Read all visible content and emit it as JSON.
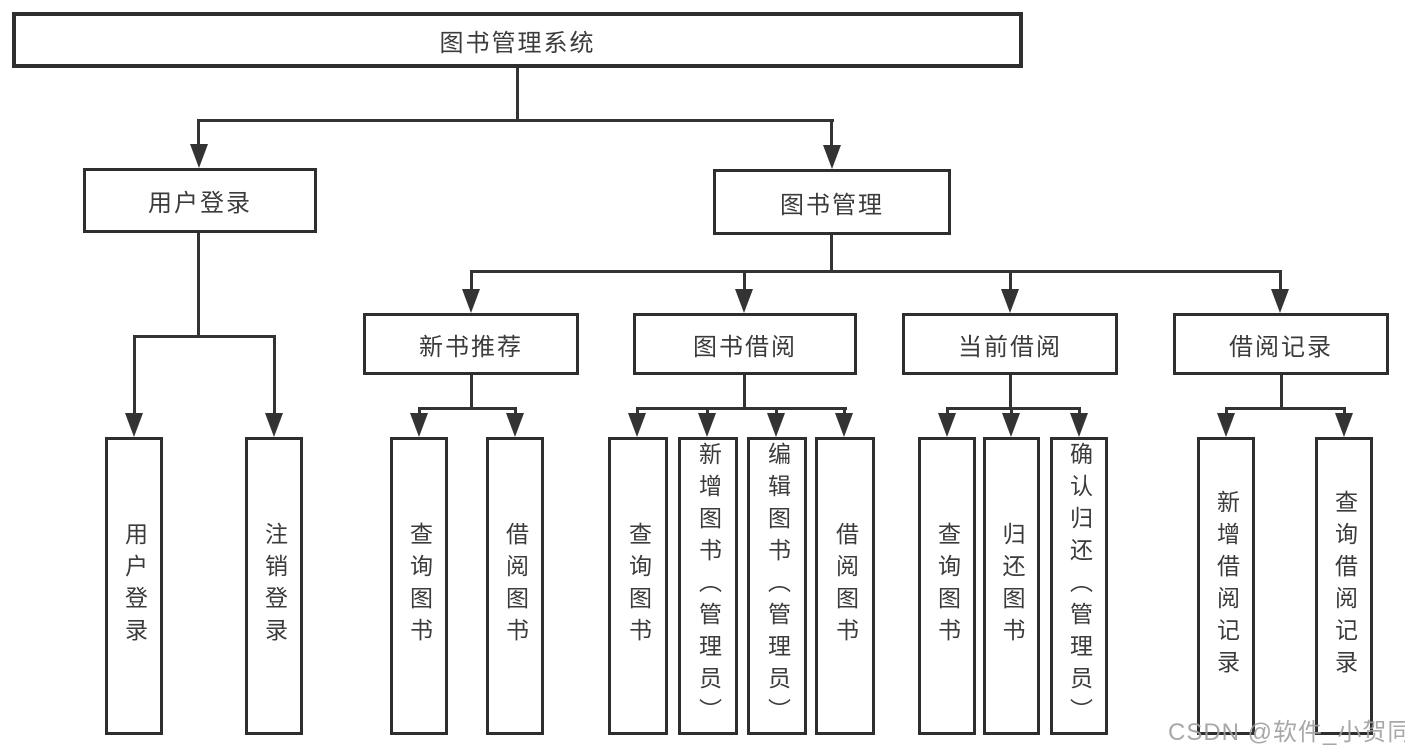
{
  "diagram": {
    "root": {
      "label": "图书管理系统"
    },
    "level2": [
      {
        "label": "用户登录"
      },
      {
        "label": "图书管理"
      }
    ],
    "level3": [
      {
        "label": "新书推荐"
      },
      {
        "label": "图书借阅"
      },
      {
        "label": "当前借阅"
      },
      {
        "label": "借阅记录"
      }
    ],
    "leaves": [
      {
        "label": "用户登录"
      },
      {
        "label": "注销登录"
      },
      {
        "label": "查询图书"
      },
      {
        "label": "借阅图书"
      },
      {
        "label": "查询图书"
      },
      {
        "label": "新增图书（管理员）"
      },
      {
        "label": "编辑图书（管理员）"
      },
      {
        "label": "借阅图书"
      },
      {
        "label": "查询图书"
      },
      {
        "label": "归还图书"
      },
      {
        "label": "确认归还（管理员）"
      },
      {
        "label": "新增借阅记录"
      },
      {
        "label": "查询借阅记录"
      }
    ]
  },
  "watermark": {
    "text": "CSDN @软件_小贺同学"
  },
  "colors": {
    "line": "#333333",
    "border": "#2e2e2e",
    "text": "#3b3b3b",
    "watermark": "#9e9e9e",
    "background": "#ffffff"
  }
}
